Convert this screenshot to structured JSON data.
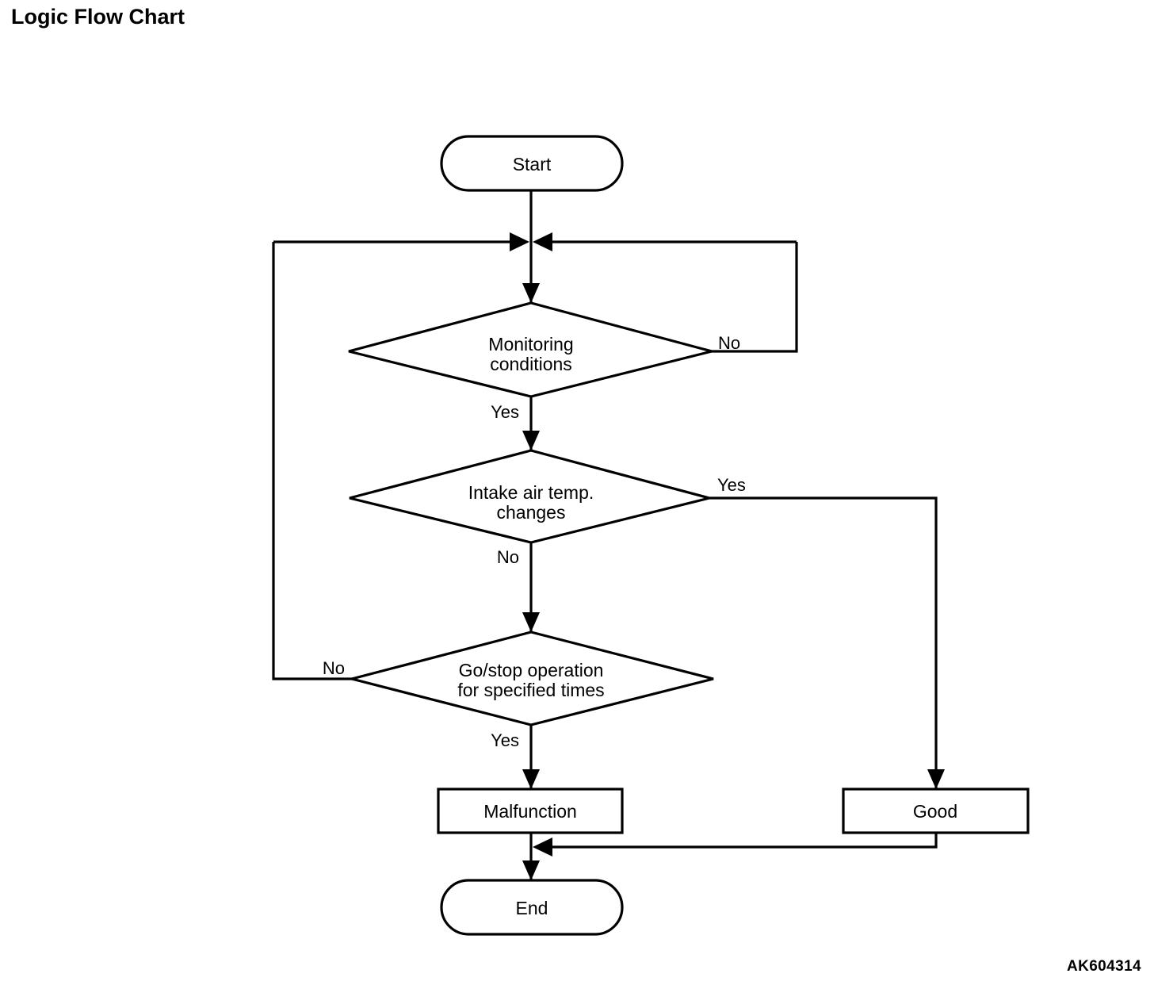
{
  "page": {
    "title": "Logic Flow Chart",
    "reference_code": "AK604314",
    "background_color": "#ffffff",
    "line_color": "#000000"
  },
  "chart_data": {
    "type": "diagram",
    "title": "Logic Flow Chart",
    "nodes": [
      {
        "id": "start",
        "shape": "stadium",
        "label": "Start"
      },
      {
        "id": "monitor",
        "shape": "diamond",
        "label": "Monitoring conditions",
        "line1": "Monitoring",
        "line2": "conditions"
      },
      {
        "id": "intake",
        "shape": "diamond",
        "label": "Intake air temp. changes",
        "line1": "Intake air temp.",
        "line2": "changes"
      },
      {
        "id": "gostop",
        "shape": "diamond",
        "label": "Go/stop operation for specified times",
        "line1": "Go/stop operation",
        "line2": "for specified times"
      },
      {
        "id": "malfunction",
        "shape": "rectangle",
        "label": "Malfunction"
      },
      {
        "id": "good",
        "shape": "rectangle",
        "label": "Good"
      },
      {
        "id": "end",
        "shape": "stadium",
        "label": "End"
      }
    ],
    "edges": [
      {
        "from": "start",
        "to": "monitor",
        "label": ""
      },
      {
        "from": "monitor",
        "to": "monitor",
        "label": "No",
        "route": "right-loop-back-to-entry"
      },
      {
        "from": "monitor",
        "to": "intake",
        "label": "Yes"
      },
      {
        "from": "intake",
        "to": "good",
        "label": "Yes",
        "route": "right-down"
      },
      {
        "from": "intake",
        "to": "gostop",
        "label": "No"
      },
      {
        "from": "gostop",
        "to": "monitor",
        "label": "No",
        "route": "left-loop-back-to-entry"
      },
      {
        "from": "gostop",
        "to": "malfunction",
        "label": "Yes"
      },
      {
        "from": "malfunction",
        "to": "end",
        "label": ""
      },
      {
        "from": "good",
        "to": "end",
        "label": "",
        "route": "down-left-merge"
      }
    ],
    "labels": {
      "monitor_no": "No",
      "monitor_yes": "Yes",
      "intake_yes": "Yes",
      "intake_no": "No",
      "gostop_no": "No",
      "gostop_yes": "Yes"
    }
  }
}
